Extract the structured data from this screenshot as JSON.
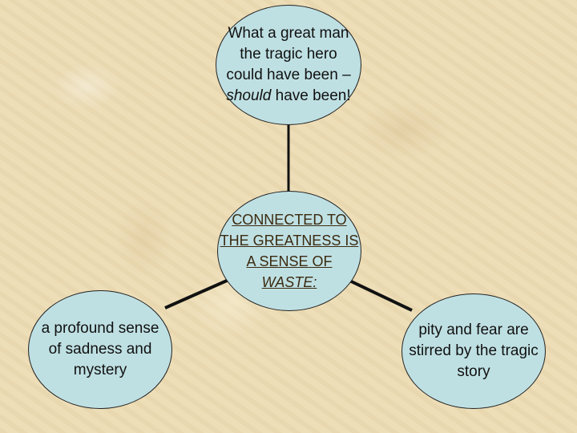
{
  "nodes": {
    "top": {
      "text_main": "What a great man the tragic hero could have been – ",
      "text_italic": "should",
      "text_end": " have been!"
    },
    "center": {
      "text_main": "CONNECTED TO THE GREATNESS IS A SENSE OF ",
      "text_italic": "WASTE:"
    },
    "left": {
      "text": "a profound sense of sadness and mystery"
    },
    "right": {
      "text": "pity and fear are stirred by the tragic story"
    }
  },
  "colors": {
    "node_fill": "#bfe0e3",
    "connector": "#111111",
    "background": "#ecdcb4"
  }
}
